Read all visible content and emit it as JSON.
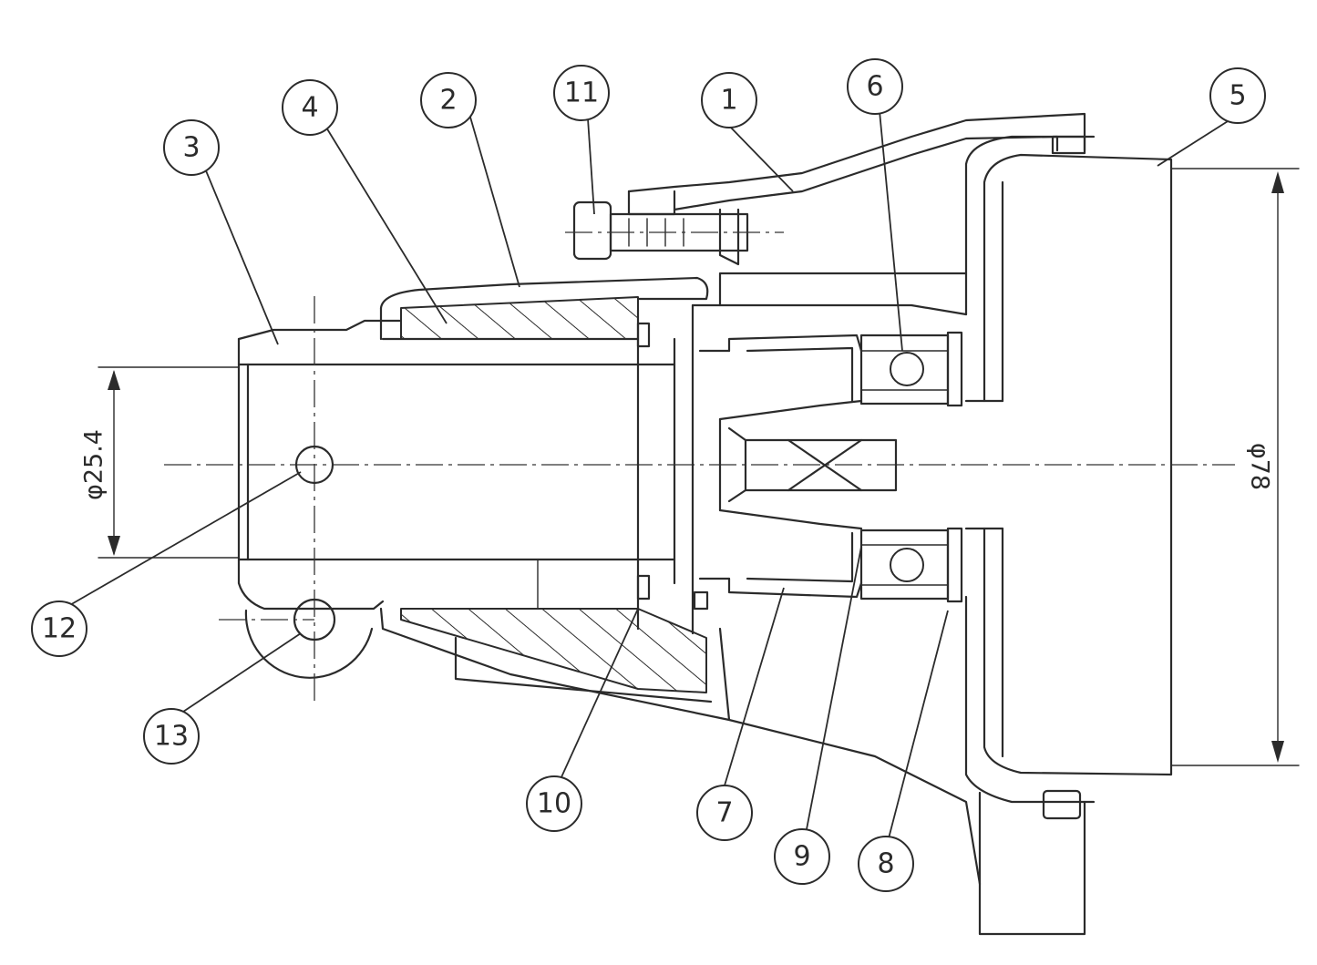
{
  "colors": {
    "ink": "#2b2b2b",
    "paper": "#ffffff"
  },
  "dimensions": {
    "bore_diameter": "φ25.4",
    "outer_diameter": "φ78"
  },
  "balloons": [
    {
      "id": "1",
      "label": "1"
    },
    {
      "id": "2",
      "label": "2"
    },
    {
      "id": "3",
      "label": "3"
    },
    {
      "id": "4",
      "label": "4"
    },
    {
      "id": "5",
      "label": "5"
    },
    {
      "id": "6",
      "label": "6"
    },
    {
      "id": "7",
      "label": "7"
    },
    {
      "id": "8",
      "label": "8"
    },
    {
      "id": "9",
      "label": "9"
    },
    {
      "id": "10",
      "label": "10"
    },
    {
      "id": "11",
      "label": "11"
    },
    {
      "id": "12",
      "label": "12"
    },
    {
      "id": "13",
      "label": "13"
    }
  ]
}
